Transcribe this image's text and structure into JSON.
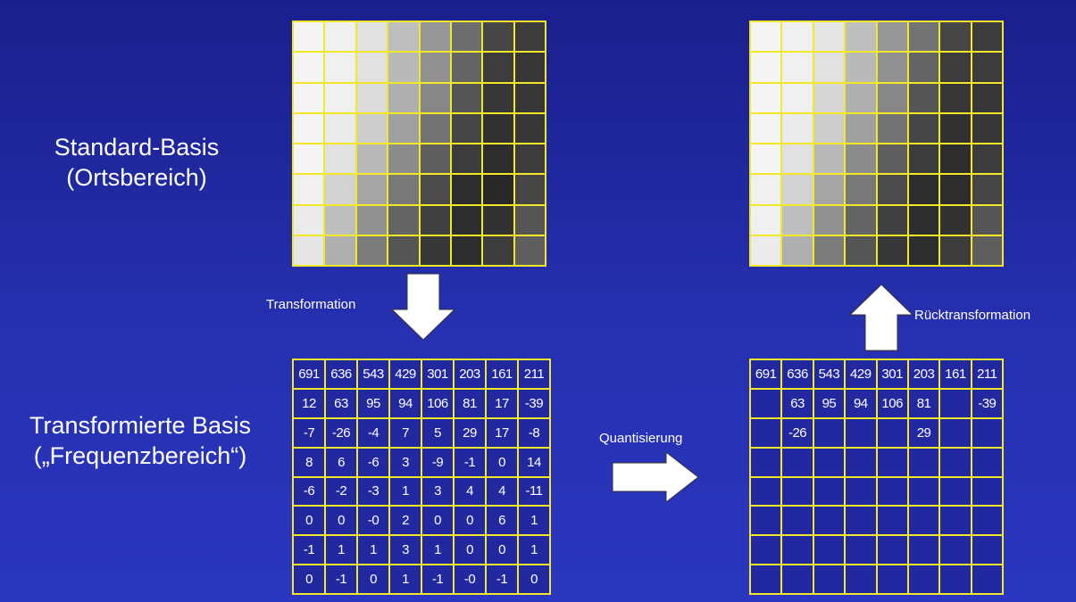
{
  "labels": {
    "standard_line1": "Standard-Basis",
    "standard_line2": "(Ortsbereich)",
    "transformed_line1": "Transformierte Basis",
    "transformed_line2": "(„Frequenzbereich“)",
    "transformation": "Transformation",
    "quantisierung": "Quantisierung",
    "ruecktransformation": "Rücktransformation"
  },
  "colors": {
    "background": "#2228a0",
    "grid_lines": "#f2e82a",
    "text": "#ffffff"
  },
  "original_image_gray": [
    [
      245,
      240,
      225,
      190,
      150,
      110,
      70,
      60
    ],
    [
      245,
      240,
      225,
      185,
      145,
      100,
      60,
      55
    ],
    [
      245,
      240,
      220,
      175,
      135,
      85,
      55,
      55
    ],
    [
      245,
      235,
      205,
      160,
      115,
      70,
      50,
      55
    ],
    [
      245,
      225,
      185,
      140,
      95,
      60,
      45,
      60
    ],
    [
      240,
      210,
      165,
      120,
      75,
      45,
      40,
      70
    ],
    [
      235,
      190,
      145,
      100,
      65,
      45,
      50,
      85
    ],
    [
      230,
      175,
      125,
      85,
      55,
      45,
      60,
      95
    ]
  ],
  "reconstructed_image_gray": [
    [
      245,
      240,
      230,
      190,
      150,
      115,
      70,
      60
    ],
    [
      245,
      240,
      225,
      185,
      145,
      100,
      60,
      60
    ],
    [
      245,
      240,
      215,
      175,
      135,
      85,
      55,
      55
    ],
    [
      245,
      235,
      205,
      160,
      115,
      70,
      50,
      55
    ],
    [
      245,
      225,
      185,
      140,
      95,
      60,
      45,
      60
    ],
    [
      240,
      210,
      165,
      120,
      75,
      45,
      45,
      70
    ],
    [
      240,
      190,
      145,
      100,
      65,
      45,
      50,
      85
    ],
    [
      235,
      175,
      125,
      85,
      55,
      45,
      60,
      95
    ]
  ],
  "dct_coefficients": [
    [
      "691",
      "636",
      "543",
      "429",
      "301",
      "203",
      "161",
      "211"
    ],
    [
      "12",
      "63",
      "95",
      "94",
      "106",
      "81",
      "17",
      "-39"
    ],
    [
      "-7",
      "-26",
      "-4",
      "7",
      "5",
      "29",
      "17",
      "-8"
    ],
    [
      "8",
      "6",
      "-6",
      "3",
      "-9",
      "-1",
      "0",
      "14"
    ],
    [
      "-6",
      "-2",
      "-3",
      "1",
      "3",
      "4",
      "4",
      "-11"
    ],
    [
      "0",
      "0",
      "-0",
      "2",
      "0",
      "0",
      "6",
      "1"
    ],
    [
      "-1",
      "1",
      "1",
      "3",
      "1",
      "0",
      "0",
      "1"
    ],
    [
      "0",
      "-1",
      "0",
      "1",
      "-1",
      "-0",
      "-1",
      "0"
    ]
  ],
  "quantized_coefficients": [
    [
      "691",
      "636",
      "543",
      "429",
      "301",
      "203",
      "161",
      "211"
    ],
    [
      "",
      "63",
      "95",
      "94",
      "106",
      "81",
      "",
      "-39"
    ],
    [
      "",
      "-26",
      "",
      "",
      "",
      "29",
      "",
      ""
    ],
    [
      "",
      "",
      "",
      "",
      "",
      "",
      "",
      ""
    ],
    [
      "",
      "",
      "",
      "",
      "",
      "",
      "",
      ""
    ],
    [
      "",
      "",
      "",
      "",
      "",
      "",
      "",
      ""
    ],
    [
      "",
      "",
      "",
      "",
      "",
      "",
      "",
      ""
    ],
    [
      "",
      "",
      "",
      "",
      "",
      "",
      "",
      ""
    ]
  ]
}
